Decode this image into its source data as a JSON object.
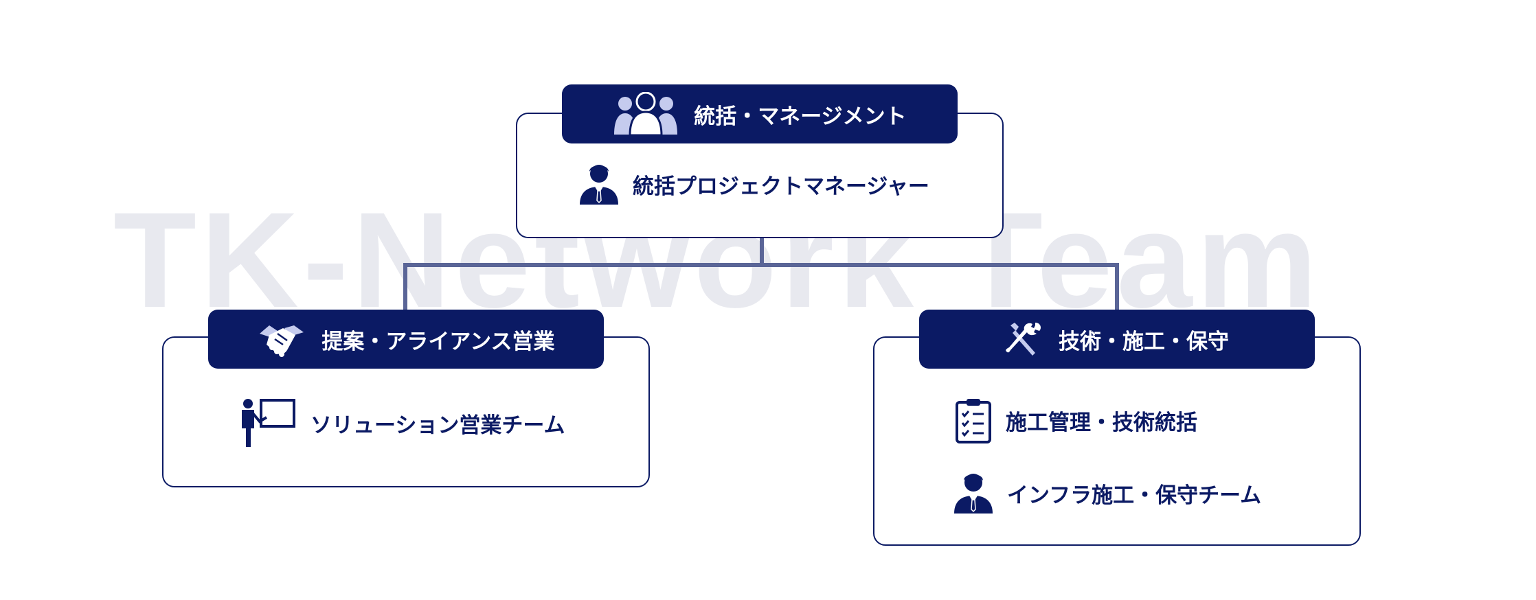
{
  "watermark": "TK-Network Team",
  "colors": {
    "navy": "#0b1a64",
    "connector": "#5a6597",
    "icon_light": "#c5cbee",
    "watermark": "#e8e9ef"
  },
  "top": {
    "header": "統括・マネージメント",
    "header_icon": "group-people-icon",
    "items": [
      {
        "label": "統括プロジェクトマネージャー",
        "icon": "person-tie-icon"
      }
    ]
  },
  "left": {
    "header": "提案・アライアンス営業",
    "header_icon": "handshake-icon",
    "items": [
      {
        "label": "ソリューション営業チーム",
        "icon": "presenter-board-icon"
      }
    ]
  },
  "right": {
    "header": "技術・施工・保守",
    "header_icon": "tools-icon",
    "items": [
      {
        "label": "施工管理・技術統括",
        "icon": "clipboard-checklist-icon"
      },
      {
        "label": "インフラ施工・保守チーム",
        "icon": "person-tie-icon"
      }
    ]
  }
}
